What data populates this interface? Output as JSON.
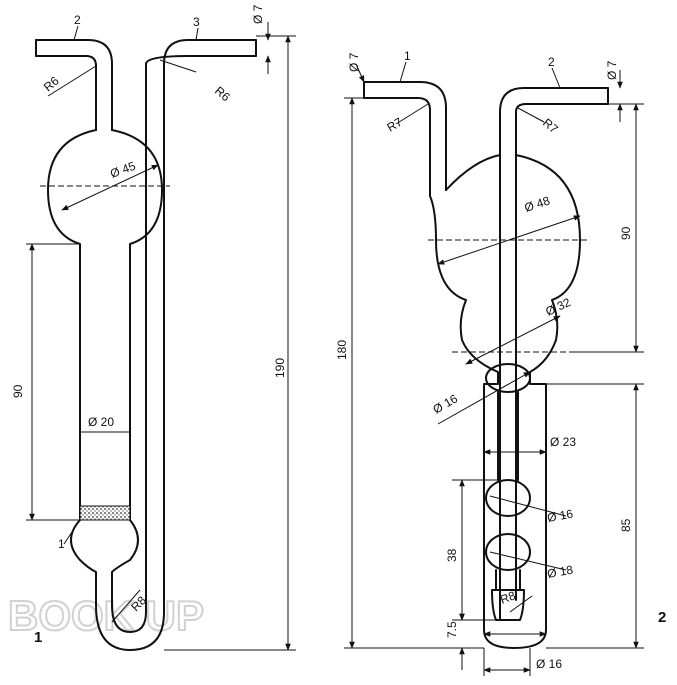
{
  "figure1": {
    "number": "1",
    "parts": [
      "1",
      "2",
      "3"
    ],
    "dims": {
      "bulb_dia": "Ø 45",
      "tube_dia": "Ø 20",
      "bend_radius": "R6",
      "bend_radius_2": "R6",
      "bottom_radius": "R8",
      "pipe_dia": "Ø 7",
      "filter_height": "90",
      "total_height": "190"
    }
  },
  "figure2": {
    "number": "2",
    "parts": [
      "1",
      "2"
    ],
    "dims": {
      "pipe_dia_left": "Ø 7",
      "pipe_dia_right": "Ø 7",
      "bend_radius_left": "R7",
      "bend_radius_right": "R7",
      "bulb_dia": "Ø 48",
      "bulb2_dia": "Ø 32",
      "neck_dia": "Ø 16",
      "tube_dia": "Ø 23",
      "ball_dia_1": "Ø 16",
      "ball_dia_2": "Ø 18",
      "bottom_radius": "R8",
      "bottom_dia": "Ø 16",
      "total_height": "180",
      "upper_height": "90",
      "lower_height": "85",
      "balls_height": "38",
      "bottom_height": "7.5"
    }
  },
  "watermark": "BOOK UP"
}
